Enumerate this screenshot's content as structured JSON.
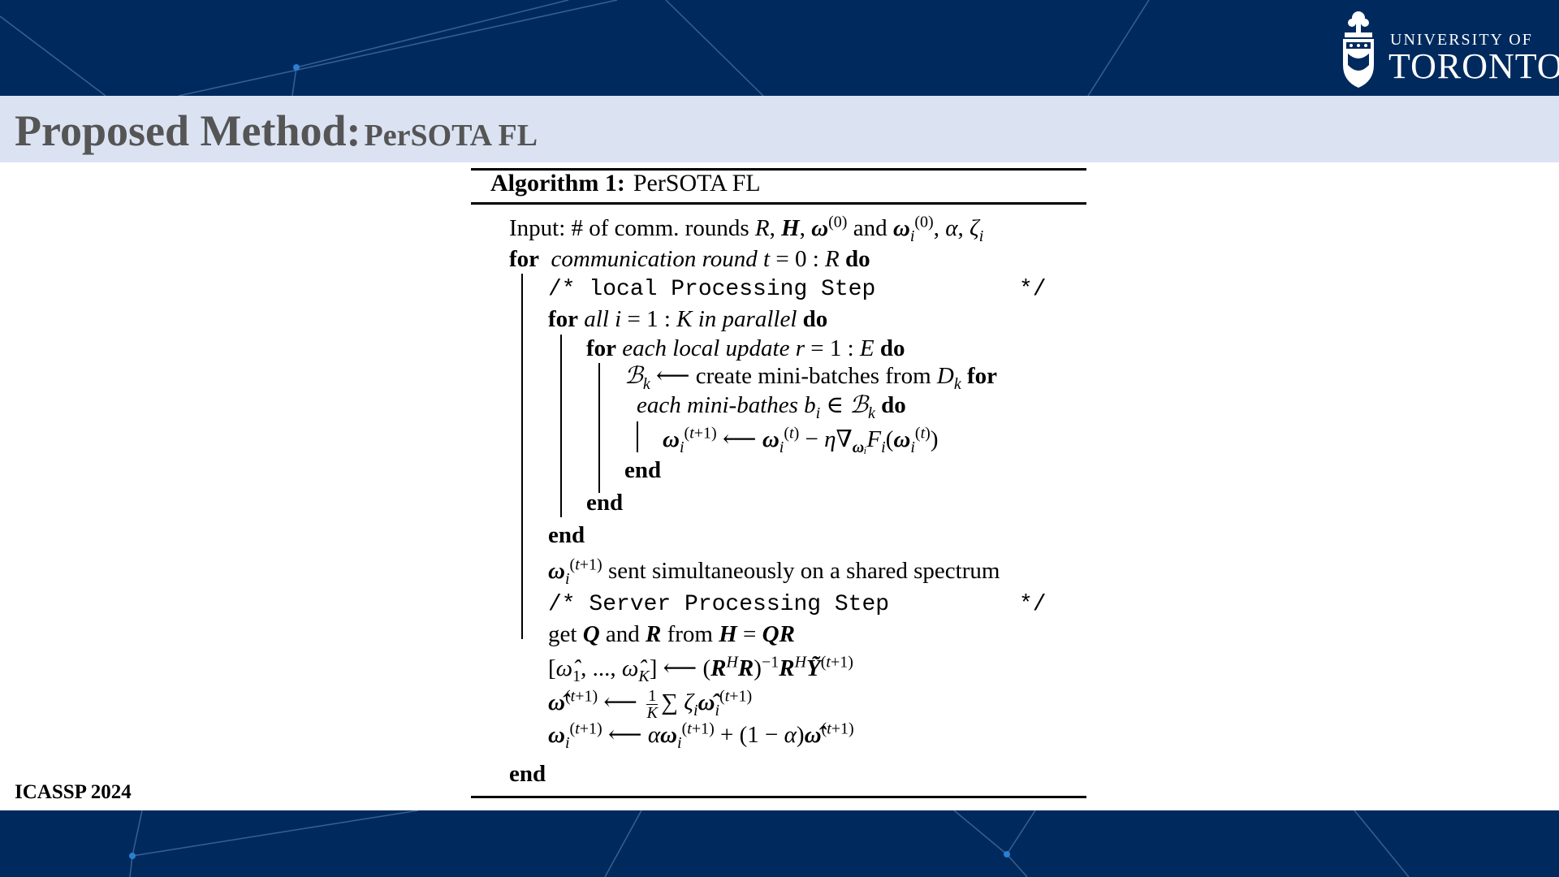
{
  "header": {
    "logo_line1": "UNIVERSITY OF",
    "logo_line2": "TORONTO"
  },
  "slide": {
    "title_main": "Proposed Method:",
    "title_sub": "PerSOTA FL",
    "footer": "ICASSP 2024"
  },
  "algorithm": {
    "label": "Algorithm 1:",
    "name": "PerSOTA FL",
    "comment_local": "/* local Processing Step",
    "comment_server": "/* Server Processing Step",
    "comment_close": "*/",
    "kw_for": "for",
    "kw_do": "do",
    "kw_end": "end",
    "line_input_prefix": "Input: # of comm. rounds",
    "line_for_round": "communication round",
    "line_for_all": "all",
    "line_in_parallel": "in parallel",
    "line_for_each_update": "each local update",
    "line_minibatch": "create mini-batches from",
    "line_each_minibathes": "each mini-bathes",
    "line_sent": "sent simultaneously on a shared spectrum",
    "line_get": "get",
    "word_and": "and",
    "word_from": "from"
  }
}
